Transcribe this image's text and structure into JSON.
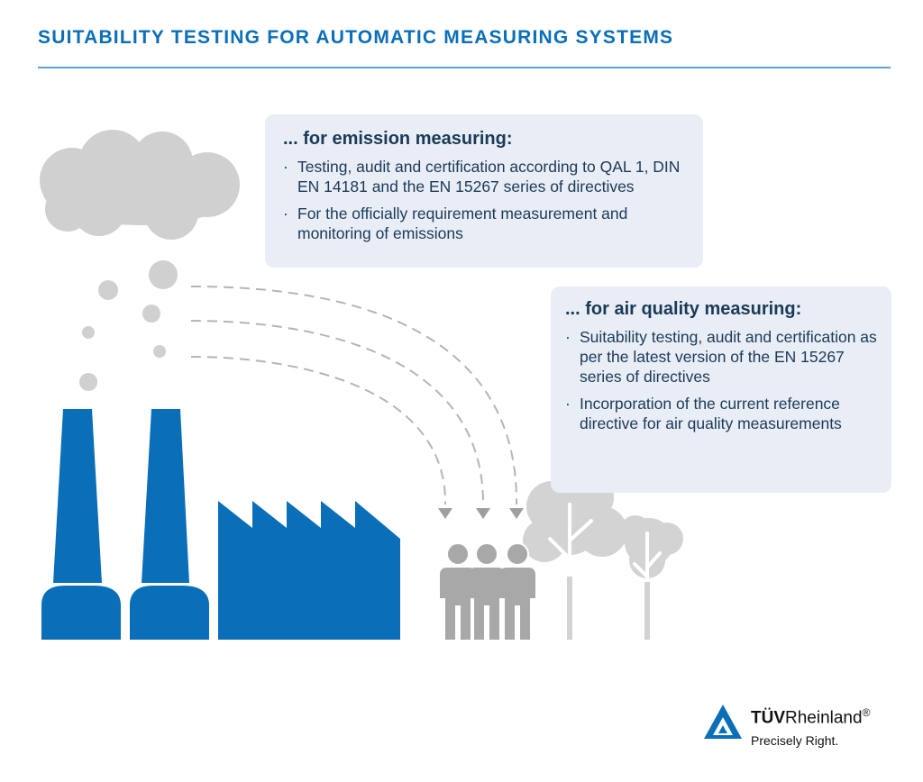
{
  "title": "SUITABILITY TESTING FOR AUTOMATIC MEASURING SYSTEMS",
  "emission": {
    "heading": "... for emission measuring:",
    "items": [
      "Testing, audit and certification according to QAL 1, DIN EN 14181 and the EN 15267 series of directives",
      "For the officially requirement measurement and monitoring of emissions"
    ]
  },
  "air_quality": {
    "heading": "... for air quality measuring:",
    "items": [
      "Suitability testing, audit and certification as per the latest version of the EN 15267 series of directives",
      "Incorporation of the current reference directive for air quality measurements"
    ]
  },
  "logo": {
    "brand_bold": "TÜV",
    "brand_regular": "Rheinland",
    "registered": "®",
    "tagline": "Precisely Right."
  },
  "colors": {
    "brand_blue": "#0a6fb8",
    "card_background": "#e8edf6",
    "smoke_gray": "#d0d0d0",
    "people_gray": "#a8a8a8",
    "tree_gray": "#d3d3d3"
  }
}
